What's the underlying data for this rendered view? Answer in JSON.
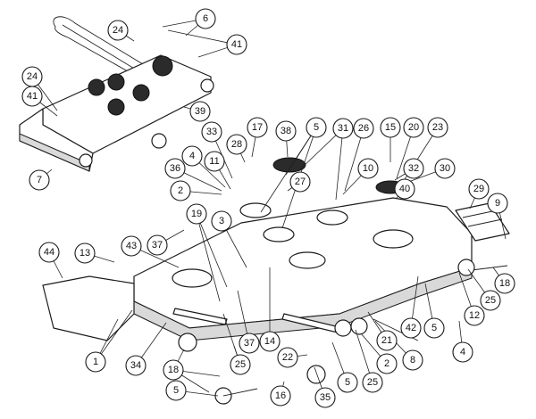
{
  "callouts": [
    "6",
    "24",
    "41",
    "24",
    "41",
    "39",
    "7",
    "17",
    "28",
    "38",
    "5",
    "31",
    "26",
    "15",
    "20",
    "23",
    "33",
    "4",
    "11",
    "36",
    "2",
    "27",
    "32",
    "30",
    "10",
    "40",
    "29",
    "9",
    "19",
    "3",
    "37",
    "13",
    "43",
    "44",
    "1",
    "34",
    "18",
    "25",
    "5",
    "37",
    "14",
    "22",
    "16",
    "35",
    "25",
    "2",
    "8",
    "21",
    "42",
    "5",
    "12",
    "25",
    "18",
    "4",
    "5"
  ]
}
